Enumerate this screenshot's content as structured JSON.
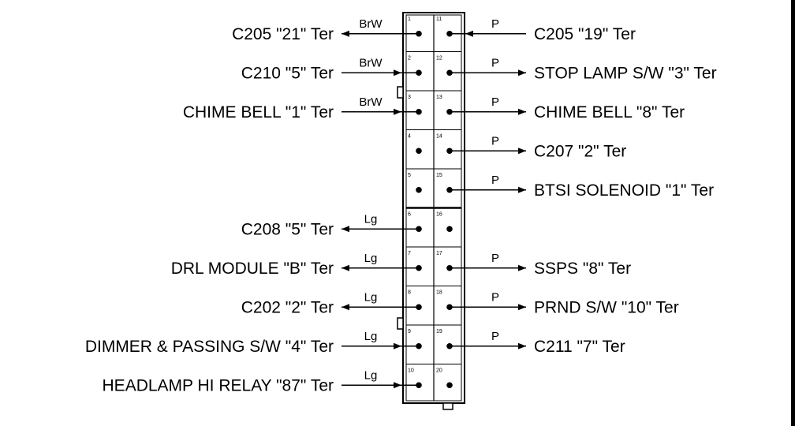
{
  "connector": {
    "pins_left": [
      "1",
      "2",
      "3",
      "4",
      "5",
      "6",
      "7",
      "8",
      "9",
      "10"
    ],
    "pins_right": [
      "11",
      "12",
      "13",
      "14",
      "15",
      "16",
      "17",
      "18",
      "19",
      "20"
    ]
  },
  "left_connections": [
    {
      "pin": "1",
      "label": "C205 \"21\" Ter",
      "wire": "BrW",
      "direction": "out"
    },
    {
      "pin": "2",
      "label": "C210 \"5\" Ter",
      "wire": "BrW",
      "direction": "in"
    },
    {
      "pin": "3",
      "label": "CHIME BELL \"1\" Ter",
      "wire": "BrW",
      "direction": "in"
    },
    {
      "pin": "6",
      "label": "C208 \"5\" Ter",
      "wire": "Lg",
      "direction": "out"
    },
    {
      "pin": "7",
      "label": "DRL MODULE \"B\" Ter",
      "wire": "Lg",
      "direction": "out"
    },
    {
      "pin": "8",
      "label": "C202 \"2\" Ter",
      "wire": "Lg",
      "direction": "out"
    },
    {
      "pin": "9",
      "label": "DIMMER & PASSING S/W \"4\" Ter",
      "wire": "Lg",
      "direction": "in"
    },
    {
      "pin": "10",
      "label": "HEADLAMP HI RELAY \"87\" Ter",
      "wire": "Lg",
      "direction": "in"
    }
  ],
  "right_connections": [
    {
      "pin": "11",
      "label": "C205 \"19\" Ter",
      "wire": "P",
      "direction": "in"
    },
    {
      "pin": "12",
      "label": "STOP LAMP S/W \"3\" Ter",
      "wire": "P",
      "direction": "out"
    },
    {
      "pin": "13",
      "label": "CHIME BELL \"8\" Ter",
      "wire": "P",
      "direction": "out"
    },
    {
      "pin": "14",
      "label": "C207 \"2\" Ter",
      "wire": "P",
      "direction": "out"
    },
    {
      "pin": "15",
      "label": "BTSI SOLENOID \"1\" Ter",
      "wire": "P",
      "direction": "out"
    },
    {
      "pin": "17",
      "label": "SSPS \"8\" Ter",
      "wire": "P",
      "direction": "out"
    },
    {
      "pin": "18",
      "label": "PRND S/W \"10\" Ter",
      "wire": "P",
      "direction": "out"
    },
    {
      "pin": "19",
      "label": "C211 \"7\" Ter",
      "wire": "P",
      "direction": "out"
    }
  ],
  "colors": {
    "line": "#000000",
    "background": "#ffffff"
  }
}
